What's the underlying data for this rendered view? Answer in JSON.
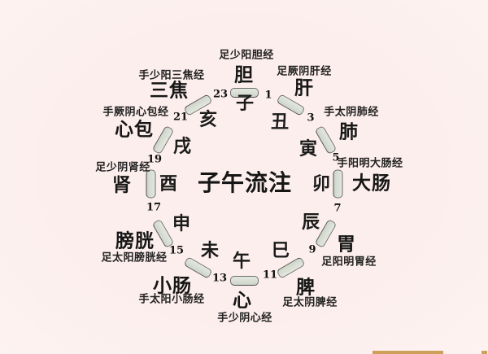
{
  "diagram": {
    "title": "子午流注",
    "slots": [
      {
        "branch": "子",
        "organ": "胆",
        "meridian": "足少阳胆经"
      },
      {
        "branch": "丑",
        "organ": "肝",
        "meridian": "足厥阴肝经"
      },
      {
        "branch": "寅",
        "organ": "肺",
        "meridian": "手太阴肺经"
      },
      {
        "branch": "卯",
        "organ": "大肠",
        "meridian": "手阳明大肠经"
      },
      {
        "branch": "辰",
        "organ": "胃",
        "meridian": "足阳明胃经"
      },
      {
        "branch": "巳",
        "organ": "脾",
        "meridian": "足太阴脾经"
      },
      {
        "branch": "午",
        "organ": "心",
        "meridian": "手少阴心经"
      },
      {
        "branch": "未",
        "organ": "小肠",
        "meridian": "手太阳小肠经"
      },
      {
        "branch": "申",
        "organ": "膀胱",
        "meridian": "足太阳膀胱经"
      },
      {
        "branch": "酉",
        "organ": "肾",
        "meridian": "足少阴肾经"
      },
      {
        "branch": "戌",
        "organ": "心包",
        "meridian": "手厥阴心包经"
      },
      {
        "branch": "亥",
        "organ": "三焦",
        "meridian": "手少阳三焦经"
      }
    ],
    "hours": [
      "1",
      "3",
      "5",
      "7",
      "9",
      "11",
      "13",
      "15",
      "17",
      "19",
      "21",
      "23"
    ]
  },
  "colors": {
    "background": "#fceeec",
    "text": "#1e1e1e",
    "tick_fill": "#d7ddd2",
    "tick_border": "#6e6e6e",
    "watermark": "#c6913f"
  }
}
